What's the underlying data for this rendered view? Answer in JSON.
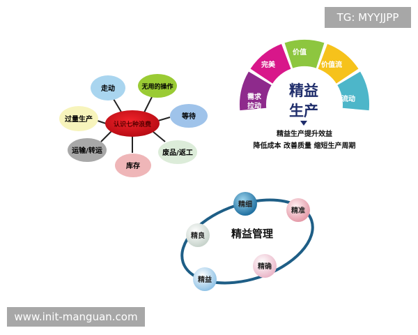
{
  "waste_diagram": {
    "center": "认识七种浪费",
    "items": [
      "走动",
      "无用的操作",
      "等待",
      "过量生产",
      "运输/转运",
      "库存",
      "废品/返工"
    ],
    "colors": {
      "center": "#e0141e",
      "walk": "#a9d5ef",
      "useless": "#9acb34",
      "wait": "#9fc3ea",
      "overproduction": "#f7f4bc",
      "transport": "#a8a8a8",
      "inventory": "#efb6b8",
      "defects": "#dcecd9"
    }
  },
  "lean_production": {
    "segments": [
      "需求\n拉动",
      "完美",
      "价值",
      "价值流",
      "流动"
    ],
    "segment_colors": [
      "#8e2a8c",
      "#d8178a",
      "#8dc63f",
      "#f6c21b",
      "#4db6c9"
    ],
    "title_line1": "精益",
    "title_line2": "生产",
    "caption_line1": "精益生产提升效益",
    "caption_line2": "降低成本 改善质量 缩短生产周期"
  },
  "lean_management": {
    "title": "精益管理",
    "items": [
      "精细",
      "精准",
      "精良",
      "精确",
      "精益"
    ],
    "ring_color": "#1e5e86"
  },
  "watermarks": {
    "top": "TG: MYYJJPP",
    "bottom": "www.init-manguan.com"
  }
}
